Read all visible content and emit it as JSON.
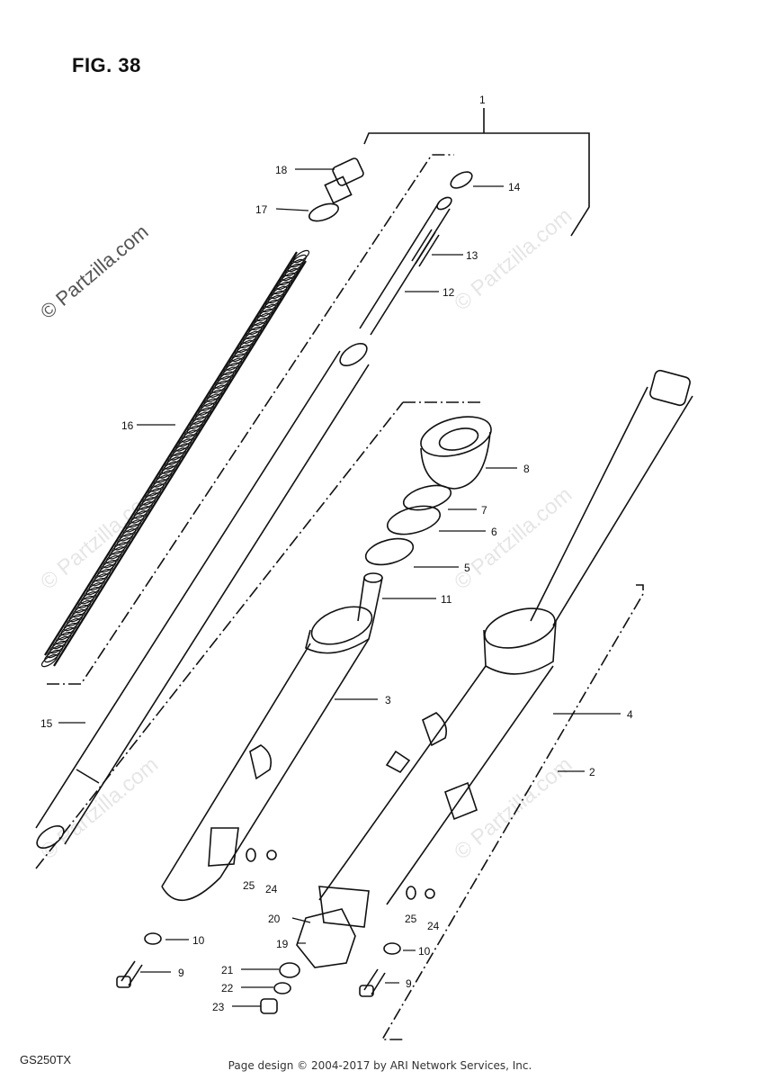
{
  "figure": {
    "title": "FIG. 38",
    "model": "GS250TX"
  },
  "footer": {
    "copyright": "Page design © 2004-2017 by ARI Network Services, Inc."
  },
  "watermarks": {
    "main": "© Partzilla.com",
    "faint": "© Partzilla.com"
  },
  "callouts": [
    {
      "id": "1",
      "label": "1"
    },
    {
      "id": "2",
      "label": "2"
    },
    {
      "id": "3",
      "label": "3"
    },
    {
      "id": "4",
      "label": "4"
    },
    {
      "id": "5",
      "label": "5"
    },
    {
      "id": "6",
      "label": "6"
    },
    {
      "id": "7",
      "label": "7"
    },
    {
      "id": "8",
      "label": "8"
    },
    {
      "id": "9a",
      "label": "9"
    },
    {
      "id": "9b",
      "label": "9"
    },
    {
      "id": "10a",
      "label": "10"
    },
    {
      "id": "10b",
      "label": "10"
    },
    {
      "id": "11",
      "label": "11"
    },
    {
      "id": "12",
      "label": "12"
    },
    {
      "id": "13",
      "label": "13"
    },
    {
      "id": "14",
      "label": "14"
    },
    {
      "id": "15",
      "label": "15"
    },
    {
      "id": "16",
      "label": "16"
    },
    {
      "id": "17",
      "label": "17"
    },
    {
      "id": "18",
      "label": "18"
    },
    {
      "id": "19",
      "label": "19"
    },
    {
      "id": "20",
      "label": "20"
    },
    {
      "id": "21",
      "label": "21"
    },
    {
      "id": "22",
      "label": "22"
    },
    {
      "id": "23",
      "label": "23"
    },
    {
      "id": "24a",
      "label": "24"
    },
    {
      "id": "24b",
      "label": "24"
    },
    {
      "id": "25a",
      "label": "25"
    },
    {
      "id": "25b",
      "label": "25"
    }
  ]
}
